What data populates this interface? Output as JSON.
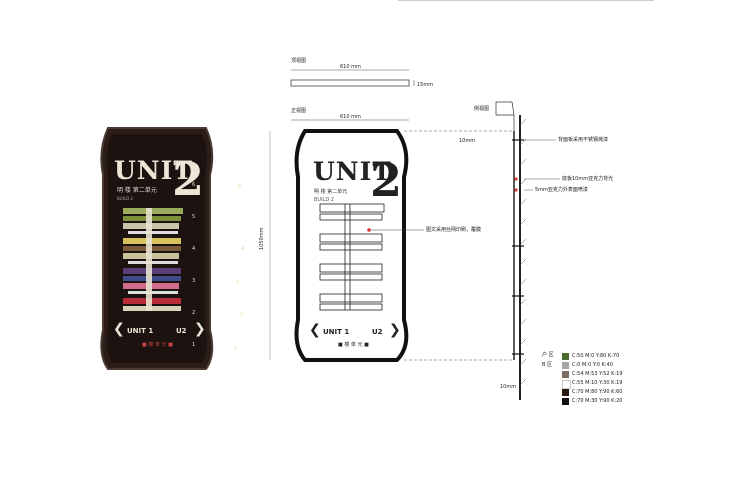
{
  "sign": {
    "title": "UNIT",
    "number": "2",
    "subtitle": "明 楼 第二单元",
    "subtitle_small": "BUILD 2",
    "floors": [
      "6",
      "5",
      "4",
      "3",
      "2",
      "1"
    ],
    "bottom_left": "UNIT 1",
    "bottom_right": "U2",
    "chevron_left": "❮",
    "chevron_right": "❯",
    "footer": "■ 楼 单 元 ■"
  },
  "drawing": {
    "top_view_label": "顶视图",
    "top_dim": "610 mm",
    "top_side_dim": "15mm",
    "front_view_label": "正视图",
    "front_dim": "610 mm",
    "height_dim": "1050mm",
    "side_view_label": "侧视图",
    "offset_dim": "10mm",
    "bottom_dim": "10mm",
    "callout_middle": "图文采用丝网印刷，覆膜",
    "callouts_right": [
      "背面板采用不锈钢烤漆",
      "底板10mm亚克力背光",
      "5mm亚克力外表面喷漆"
    ]
  },
  "legend": {
    "group_a": "户 区",
    "group_b": "B 区",
    "items": [
      {
        "label": "C:50 M:0 Y:80 K:70",
        "color": "#4a6a2e"
      },
      {
        "label": "C:0 M:0 Y:0 K:40",
        "color": "#a6a6a6"
      },
      {
        "label": "C:54 M:53 Y:52 K:19",
        "color": "#7b6b63"
      },
      {
        "label": "C:55 M:10 Y:30 K:19",
        "color": "#ffffff"
      },
      {
        "label": "C:70 M:80 Y:90 K:60",
        "color": "#2c1a12"
      },
      {
        "label": "C:70 M:30 Y:90 K:20",
        "color": "#111111"
      }
    ]
  }
}
